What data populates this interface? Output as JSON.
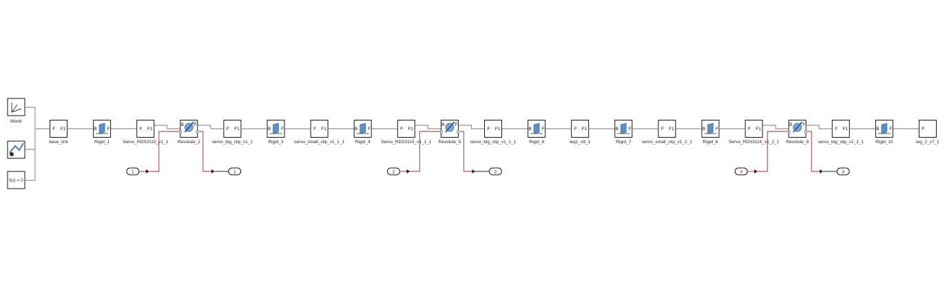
{
  "world_label": "World",
  "solver_label": "f(x) = 0",
  "frame_ports": {
    "base": "B",
    "follower": "F",
    "follower1": "F1"
  },
  "bodies": [
    {
      "name": "base_link",
      "type": "file"
    },
    {
      "name": "Rigid_1",
      "type": "rigid"
    },
    {
      "name": "Servo_RDS3115_v1_1",
      "type": "file"
    },
    {
      "name": "Revolute_2",
      "type": "revolute",
      "group": 0
    },
    {
      "name": "servo_big_clip_v1_1",
      "type": "file"
    },
    {
      "name": "Rigid_3",
      "type": "rigid"
    },
    {
      "name": "servo_small_clip_v1_1_1",
      "type": "file"
    },
    {
      "name": "Rigid_4",
      "type": "rigid"
    },
    {
      "name": "Servo_RDS3115_v1_1_1",
      "type": "file"
    },
    {
      "name": "Revolute_5",
      "type": "revolute",
      "group": 1
    },
    {
      "name": "servo_big_clip_v1_1_1",
      "type": "file"
    },
    {
      "name": "Rigid_6",
      "type": "rigid"
    },
    {
      "name": "leg1_v9_1",
      "type": "file"
    },
    {
      "name": "Rigid_7",
      "type": "rigid"
    },
    {
      "name": "servo_small_clip_v1_2_1",
      "type": "file"
    },
    {
      "name": "Rigid_8",
      "type": "rigid"
    },
    {
      "name": "Servo_RDS3115_v1_2_1",
      "type": "file"
    },
    {
      "name": "Revolute_9",
      "type": "revolute",
      "group": 2
    },
    {
      "name": "servo_big_clip_v1_2_1",
      "type": "file"
    },
    {
      "name": "Rigid_10",
      "type": "rigid"
    },
    {
      "name": "leg_2_v7_1",
      "type": "file",
      "last": true
    }
  ],
  "ports": [
    {
      "inport": "1",
      "outport": "1"
    },
    {
      "inport": "2",
      "outport": "2"
    },
    {
      "inport": "3",
      "outport": "3"
    }
  ],
  "colors": {
    "signal_line": "#9a2a2a",
    "connection_line": "#777777",
    "block_border": "#111111"
  }
}
